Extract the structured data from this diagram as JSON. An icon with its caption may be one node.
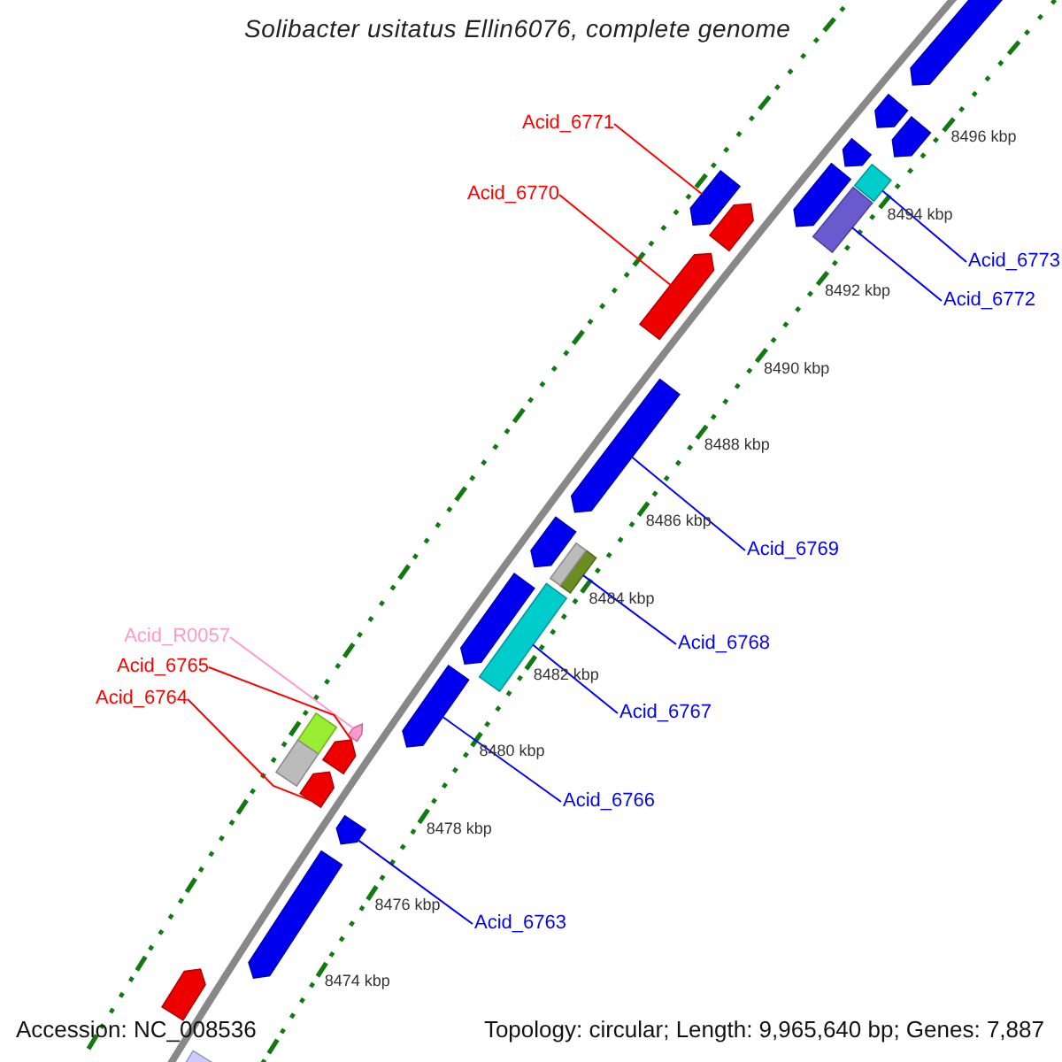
{
  "diagram": {
    "title": "Solibacter usitatus Ellin6076, complete genome",
    "nodes": [
      {
        "text": [
          "Acid_6771"
        ]
      },
      {
        "text": [],
        "shape": "bar"
      },
      {
        "text": [
          "Acid_6770"
        ]
      },
      {
        "text": [],
        "shape": "bar"
      },
      {
        "text": [
          "Acid_6773"
        ]
      },
      {
        "text": [],
        "shape": "bar"
      },
      {
        "text": [
          "Acid_6772"
        ]
      },
      {
        "text": [],
        "shape": "bar"
      },
      {
        "text": [
          "Acid_6769"
        ]
      },
      {
        "text": [],
        "shape": "bar"
      },
      {
        "text": [
          "Acid_6768"
        ]
      },
      {
        "text": [],
        "shape": "bar"
      },
      {
        "text": [
          "Acid_6767"
        ]
      },
      {
        "text": [],
        "shape": "bar"
      },
      {
        "text": [
          "Acid_R0057"
        ]
      },
      {
        "text": [],
        "shape": "bar"
      },
      {
        "text": [
          "Acid_6765"
        ]
      },
      {
        "text": [],
        "shape": "bar"
      },
      {
        "text": [
          "Acid_6764"
        ]
      },
      {
        "text": [],
        "shape": "bar"
      },
      {
        "text": [
          "Acid_6766"
        ]
      },
      {
        "text": [],
        "shape": "bar"
      },
      {
        "text": [
          "Acid_6763"
        ]
      },
      {
        "text": [],
        "shape": "bar"
      },
      {
        "text": [],
        "shape": "bar"
      },
      {
        "text": [],
        "shape": "bar"
      },
      {
        "text": [],
        "shape": "bar"
      },
      {
        "text": [],
        "shape": "bar"
      },
      {
        "text": [],
        "shape": "bar"
      },
      {
        "text": [],
        "shape": "bar"
      },
      {
        "text": [],
        "shape": "bar"
      },
      {
        "text": [],
        "shape": "box"
      },
      {
        "text": [],
        "shape": "bar"
      },
      {
        "text": [],
        "shape": "box"
      },
      {
        "text": [],
        "shape": "box"
      },
      {
        "text": [],
        "shape": "bar"
      },
      {
        "text": [],
        "shape": "bar"
      },
      {
        "text": [],
        "shape": "box"
      }
    ],
    "edges": [
      {
        "from": 0,
        "to": 1,
        "arrow": "none",
        "color": "#ff0000"
      },
      {
        "from": 2,
        "to": 3,
        "arrow": "none",
        "color": "#ff0000"
      },
      {
        "from": 4,
        "to": 5,
        "arrow": "none"
      },
      {
        "from": 6,
        "to": 7,
        "arrow": "none"
      },
      {
        "from": 8,
        "to": 9,
        "arrow": "none"
      },
      {
        "from": 10,
        "to": 11,
        "arrow": "none"
      },
      {
        "from": 12,
        "to": 13,
        "arrow": "none"
      },
      {
        "from": 14,
        "to": 15,
        "arrow": "none",
        "color": "#ff99cc"
      },
      {
        "from": 16,
        "to": 17,
        "arrow": "none",
        "color": "#ff0000"
      },
      {
        "from": 18,
        "to": 19,
        "arrow": "none",
        "color": "#ff0000"
      },
      {
        "from": 20,
        "to": 21,
        "arrow": "none"
      },
      {
        "from": 22,
        "to": 23,
        "arrow": "none"
      }
    ],
    "labels": [
      "8496 kbp",
      "8494 kbp",
      "8492 kbp",
      "8490 kbp",
      "8488 kbp",
      "8486 kbp",
      "8484 kbp",
      "8482 kbp",
      "8480 kbp",
      "8478 kbp",
      "8476 kbp",
      "8474 kbp",
      "Accession: NC_008536",
      "Topology: circular; Length: 9,965,640 bp; Genes: 7,887"
    ]
  }
}
